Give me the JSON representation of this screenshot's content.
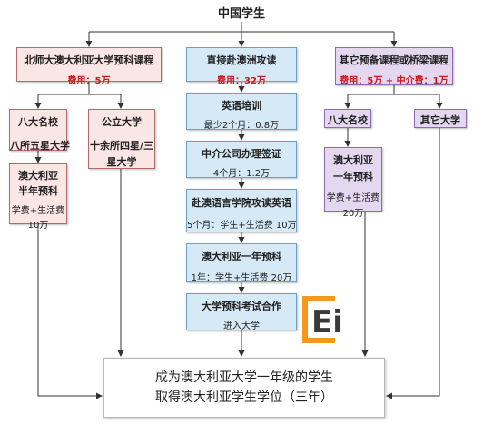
{
  "root": "中国学生",
  "left": {
    "header": {
      "title": "北师大澳大利亚大学预科课程",
      "fee": "费用：5万"
    },
    "branch_a": {
      "line1": "八大名校",
      "line2": "八所五星大学"
    },
    "branch_b": {
      "line1": "公立大学",
      "line2": "十余所四星/三",
      "line3": "星大学"
    },
    "sub": {
      "line1": "澳大利亚",
      "line2": "半年预科",
      "line3": "学费+生活费",
      "line4": "10万"
    }
  },
  "center": {
    "header": {
      "title": "直接赴澳洲攻读",
      "fee": "费用：32万"
    },
    "steps": [
      {
        "title": "英语培训",
        "desc": "最少2个月：0.8万"
      },
      {
        "title": "中介公司办理签证",
        "desc": "4个月：1.2万"
      },
      {
        "title": "赴澳语言学院攻读英语",
        "desc": "5个月：学生+生活费  10万"
      },
      {
        "title": "澳大利亚一年预科",
        "desc": "1年：学生+生活费  20万"
      },
      {
        "title": "大学预科考试合作",
        "desc": "进入大学"
      }
    ]
  },
  "right": {
    "header": {
      "title": "其它预备课程或桥梁课程",
      "fee": "费用：5万 + 中介费：1万"
    },
    "branch_a": {
      "line1": "八大名校"
    },
    "branch_b": {
      "line1": "其它大学"
    },
    "sub": {
      "line1": "澳大利亚",
      "line2": "一年预科",
      "line3": "学费+生活费",
      "line4": "20万"
    }
  },
  "final": {
    "line1": "成为澳大利亚大学一年级的学生",
    "line2": "取得澳大利亚学生学位（三年）"
  },
  "logo": {
    "text": "Ei",
    "accent": "#f39a1e"
  },
  "colors": {
    "red_box": "#fbe6e6",
    "blue_box": "#d6e9f7",
    "purple_box": "#e4d8f0",
    "fee_text": "#cc1b1b",
    "connector": "#333333"
  }
}
